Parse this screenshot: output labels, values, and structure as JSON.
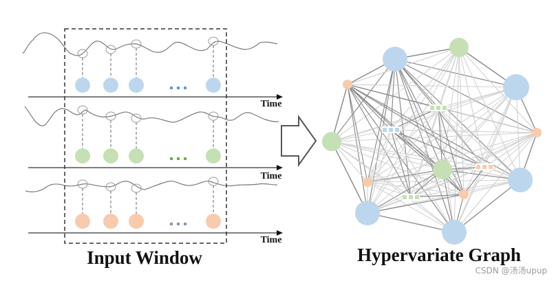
{
  "colors": {
    "blue": "#bcd6ee",
    "green": "#c5e0b4",
    "orange": "#f8cbad",
    "edge_dark": "#8c8c8c",
    "edge_light": "#d2d2d2",
    "wave": "#7a7a7a",
    "axis": "#555555",
    "box": "#333333",
    "dots_blue": "#5b9bd5",
    "dots_green": "#70ad47",
    "dots_orange": "#f4b183",
    "dots_grey": "#8497b0"
  },
  "input_window": {
    "title": "Input Window",
    "rows": [
      {
        "variate": "blue",
        "axis_label": "Time",
        "ellipsis": "..."
      },
      {
        "variate": "green",
        "axis_label": "Time",
        "ellipsis": "..."
      },
      {
        "variate": "orange",
        "axis_label": "Time",
        "ellipsis": "..."
      }
    ],
    "samples_per_row": 4
  },
  "arrow": {
    "icon": "hollow-right-arrow-icon"
  },
  "graph": {
    "title": "Hypervariate Graph",
    "nodes": [
      {
        "id": "b1",
        "color": "blue",
        "size": "large"
      },
      {
        "id": "g1",
        "color": "green",
        "size": "medium"
      },
      {
        "id": "b2",
        "color": "blue",
        "size": "large"
      },
      {
        "id": "o1",
        "color": "orange",
        "size": "small"
      },
      {
        "id": "o2",
        "color": "orange",
        "size": "small"
      },
      {
        "id": "g2",
        "color": "green",
        "size": "medium"
      },
      {
        "id": "g3",
        "color": "green",
        "size": "medium"
      },
      {
        "id": "o3",
        "color": "orange",
        "size": "small"
      },
      {
        "id": "b3",
        "color": "blue",
        "size": "large"
      },
      {
        "id": "o4",
        "color": "orange",
        "size": "small"
      },
      {
        "id": "b4",
        "color": "blue",
        "size": "large"
      },
      {
        "id": "b5",
        "color": "blue",
        "size": "large"
      }
    ],
    "ellipses": [
      {
        "color": "blue",
        "text": "..."
      },
      {
        "color": "green",
        "text": "..."
      },
      {
        "color": "orange",
        "text": "..."
      },
      {
        "color": "green",
        "text": "..."
      }
    ]
  },
  "watermark": "CSDN @汤汤upup"
}
